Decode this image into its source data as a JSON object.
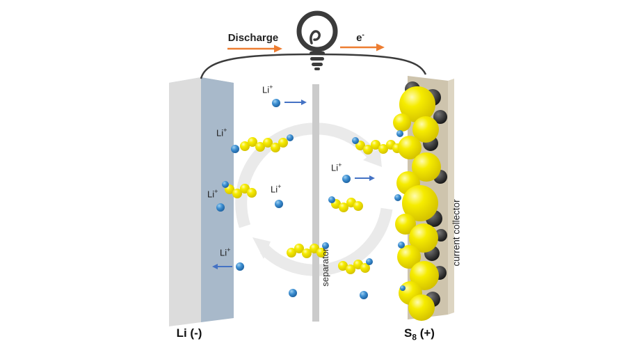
{
  "labels": {
    "discharge": "Discharge",
    "electron_base": "e",
    "electron_sup": "-",
    "li_base": "Li",
    "li_sup": "+",
    "separator": "separator",
    "current_collector": "current collector",
    "anode": "Li (-)",
    "cathode_base": "S",
    "cathode_sub": "8",
    "cathode_suffix": " (+)"
  },
  "colors": {
    "discharge_arrow_orange": "#ED7D31",
    "electron_arrow_orange": "#ED7D31",
    "lithium_ion_blue": "#3D8FD2",
    "ion_motion_arrow_blue": "#4472C4",
    "sulfur_yellow": "#F6EC00",
    "carbon_black": "#1F1F1F",
    "anode_front_gray": "#DCDCDC",
    "anode_side_bluegray": "#A8B9CA",
    "current_collector_tan": "#CEC4AD",
    "separator_gray": "#CBCBCB",
    "cycle_arrow_gray": "#EAEAEA",
    "wire_dark_gray": "#3B3B3B"
  },
  "icons": {
    "light_bulb": "light-bulb-icon",
    "cycle_arrows": "conversion-cycle-arrows"
  }
}
